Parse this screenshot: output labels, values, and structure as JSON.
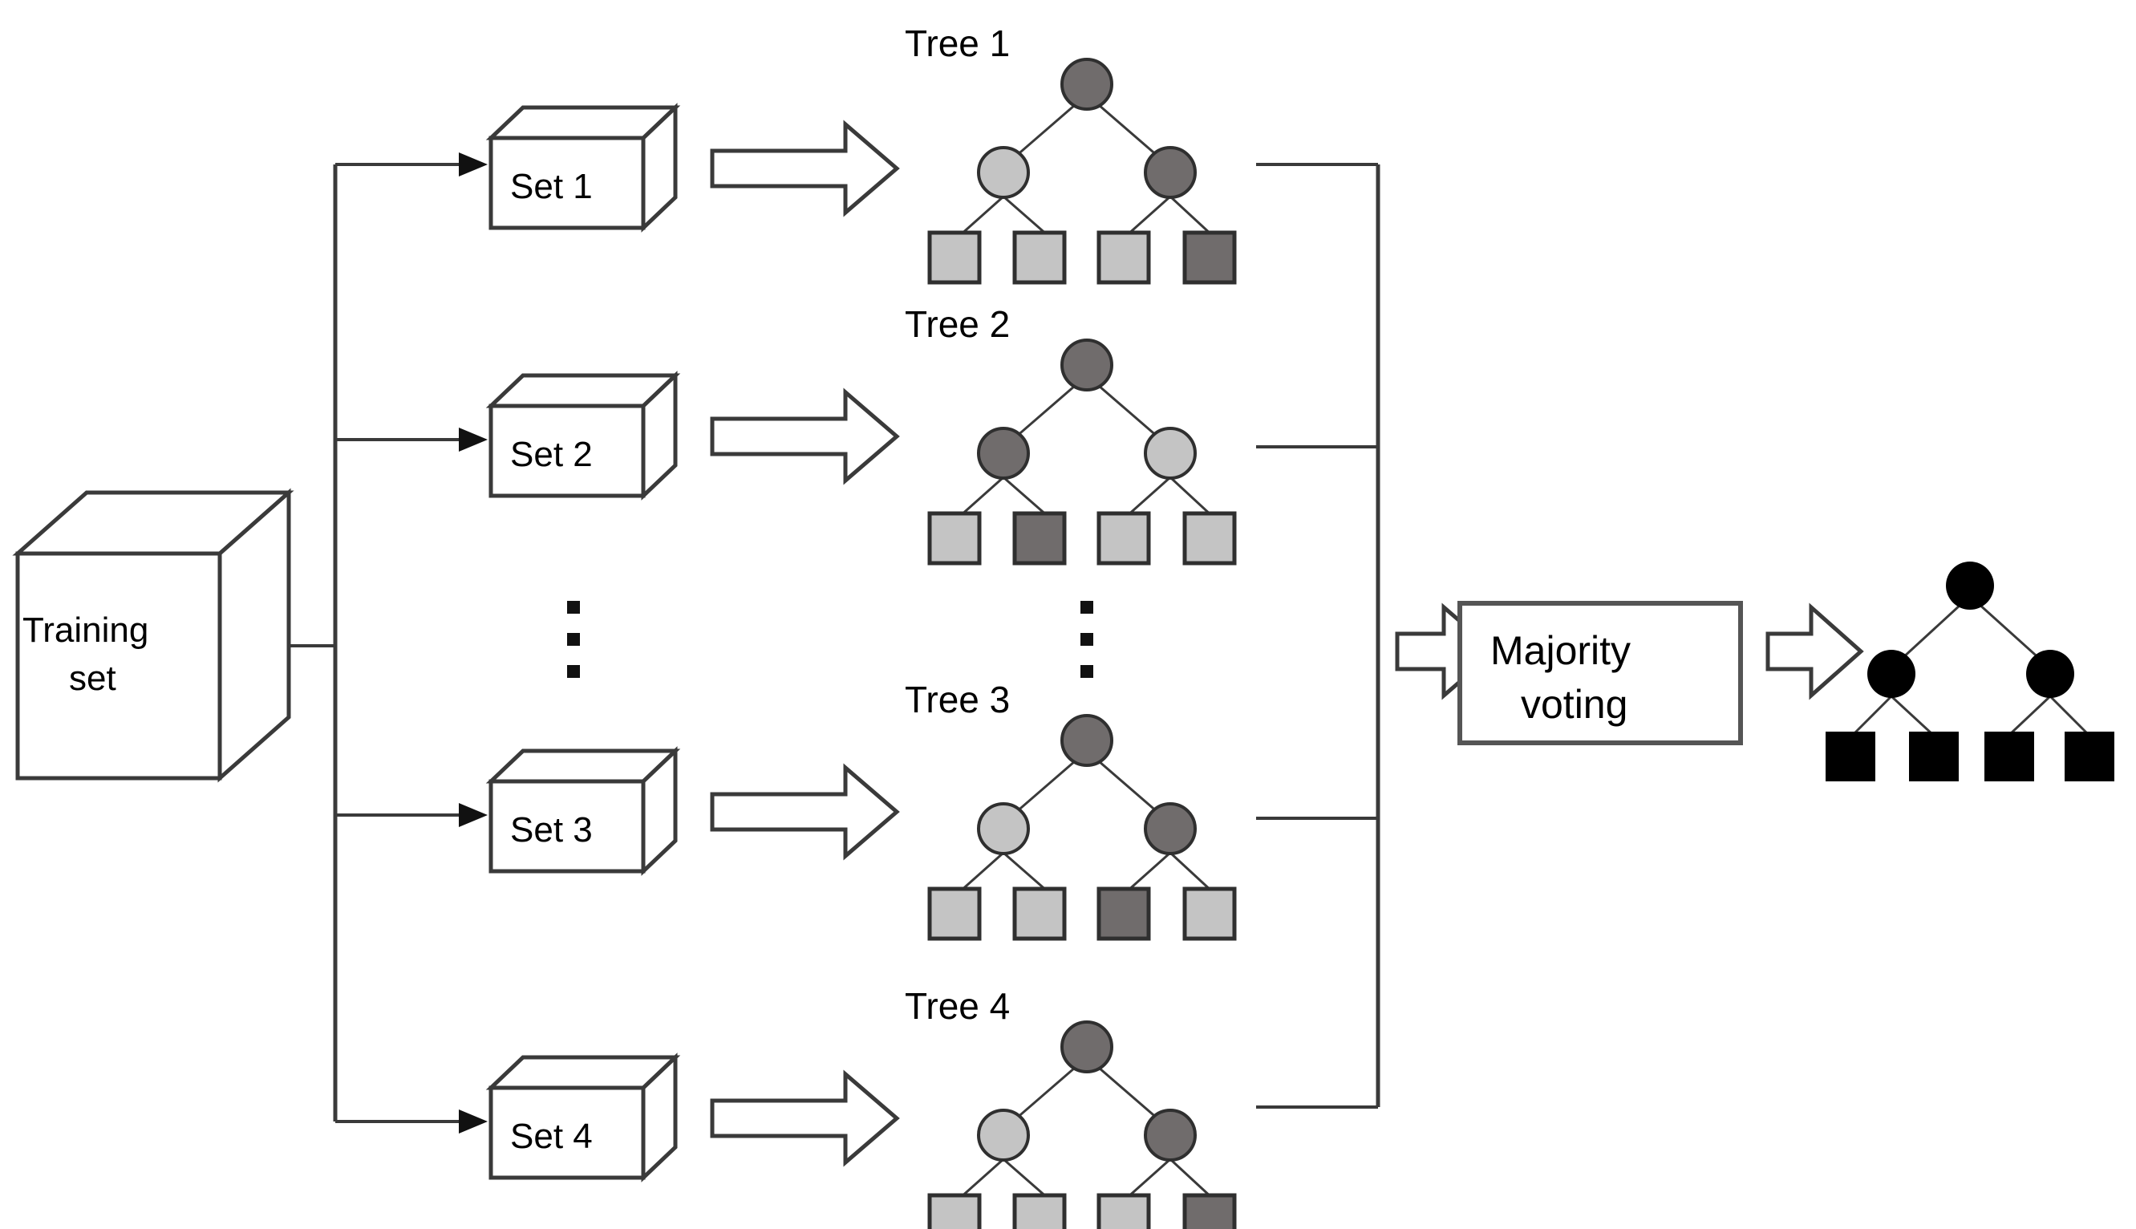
{
  "diagram": {
    "title": "Random Forest / Bagging ensemble diagram",
    "source_block": {
      "label_line1": "Training",
      "label_line2": "set",
      "shape": "3d-box"
    },
    "bootstrap_sets": [
      {
        "id": "set1",
        "label": "Set 1",
        "shape": "3d-box"
      },
      {
        "id": "set2",
        "label": "Set 2",
        "shape": "3d-box"
      },
      {
        "id": "set3",
        "label": "Set 3",
        "shape": "3d-box"
      },
      {
        "id": "set4",
        "label": "Set 4",
        "shape": "3d-box"
      }
    ],
    "set_ellipsis": "vertical-ellipsis",
    "tree_ellipsis": "vertical-ellipsis",
    "trees": [
      {
        "id": "tree1",
        "label": "Tree 1",
        "root": "dark",
        "internal": [
          "light",
          "dark"
        ],
        "leaves": [
          "light",
          "light",
          "light",
          "dark"
        ]
      },
      {
        "id": "tree2",
        "label": "Tree 2",
        "root": "dark",
        "internal": [
          "dark",
          "light"
        ],
        "leaves": [
          "light",
          "dark",
          "light",
          "light"
        ]
      },
      {
        "id": "tree3",
        "label": "Tree 3",
        "root": "dark",
        "internal": [
          "light",
          "dark"
        ],
        "leaves": [
          "light",
          "light",
          "dark",
          "light"
        ]
      },
      {
        "id": "tree4",
        "label": "Tree 4",
        "root": "dark",
        "internal": [
          "light",
          "dark"
        ],
        "leaves": [
          "light",
          "light",
          "light",
          "dark"
        ]
      }
    ],
    "aggregator": {
      "label_line1": "Majority",
      "label_line2": "voting",
      "shape": "rect"
    },
    "result_tree": {
      "id": "final-tree",
      "label": "",
      "root": "black",
      "internal": [
        "black",
        "black"
      ],
      "leaves": [
        "black",
        "black",
        "black",
        "black"
      ]
    },
    "arrows": {
      "split_arrows": 4,
      "set_to_tree_arrows": 4,
      "to_voting_arrow": 1,
      "to_result_arrow": 1,
      "style": "hollow-block-arrow"
    }
  },
  "colors": {
    "node_dark": "#706c6c",
    "node_light": "#c4c4c4",
    "node_black": "#000000",
    "stroke": "#3a3a3a",
    "stroke_light": "#555555",
    "background": "#ffffff",
    "text": "#000000"
  }
}
